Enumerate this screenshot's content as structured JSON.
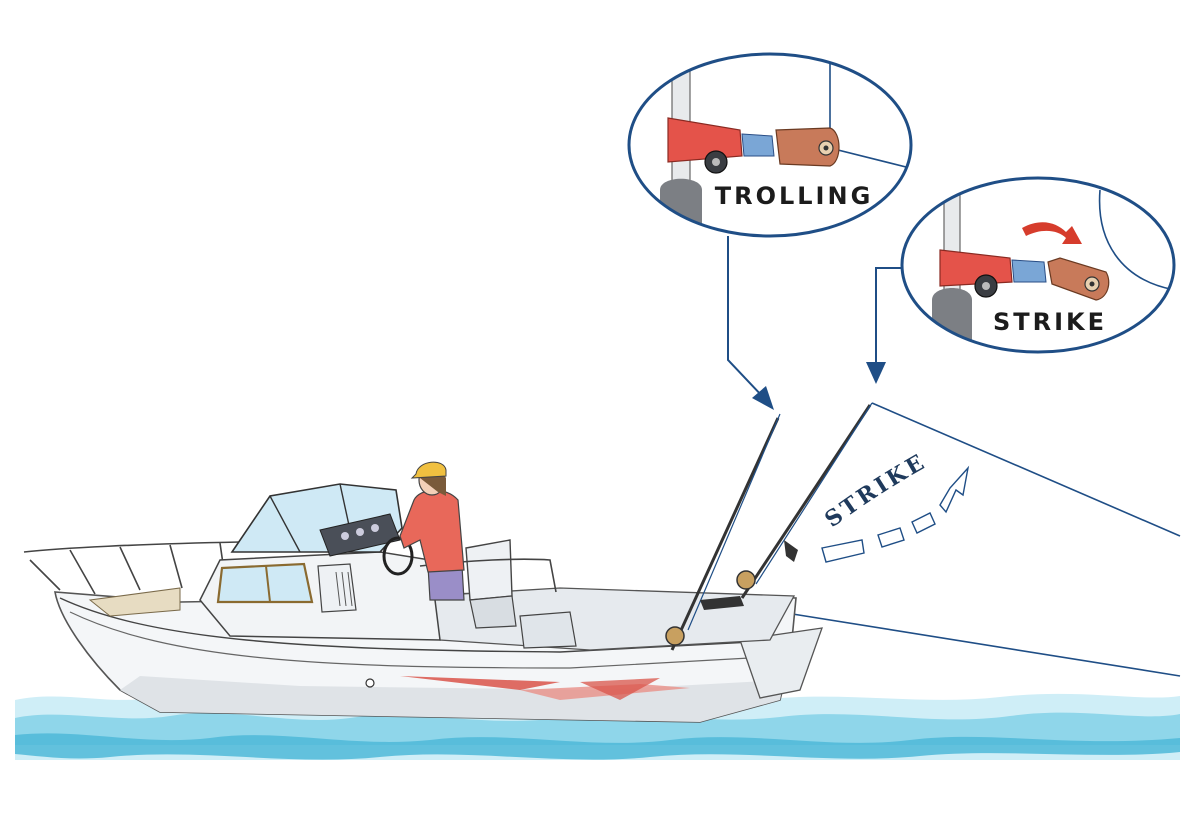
{
  "labels": {
    "trolling": "TROLLING",
    "strike_callout": "STRIKE",
    "strike_motion": "STRIKE"
  },
  "colors": {
    "water_light": "#cfeef7",
    "water_mid": "#8fd6ea",
    "water_dark": "#4fb8d8",
    "callout_border": "#1f4e86",
    "arrow_line": "#1f4e86",
    "outrigger_red": "#e4534a",
    "rotation_arrow_red": "#d63c2c",
    "boat_hull": "#f4f6f8",
    "boat_stripe": "#d9544a",
    "angler_shirt": "#e8685a",
    "angler_cap": "#f0c040",
    "cabin_glass": "#cfe9f5"
  },
  "icons": {
    "trolling_detail": "outrigger-clip-trolling-icon",
    "strike_detail": "outrigger-clip-strike-icon",
    "rotation_arrow": "curved-red-arrow-icon"
  }
}
